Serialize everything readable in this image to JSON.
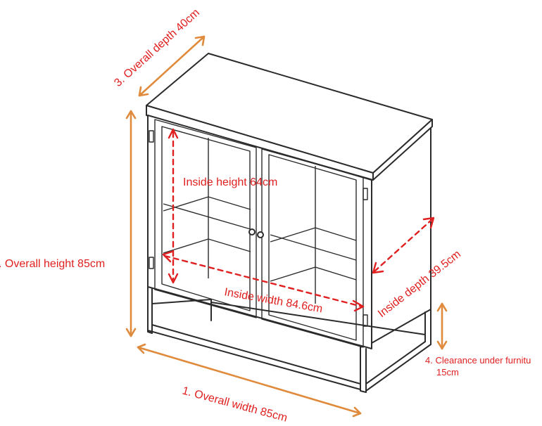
{
  "labels": {
    "overall_depth": "3. Overall depth 40cm",
    "overall_height": ".  Overall height 85cm",
    "overall_width": "1.  Overall width 85cm",
    "inside_height": "Inside height 64cm",
    "inside_width": "Inside width 84.6cm",
    "inside_depth": "Inside depth 39.5cm",
    "clearance_line1": "4. Clearance under furnitu",
    "clearance_line2": "15cm"
  },
  "colors": {
    "overall_dimension": "#e08a3c",
    "inside_dimension": "#e02020",
    "outline": "#2b2b2b"
  }
}
